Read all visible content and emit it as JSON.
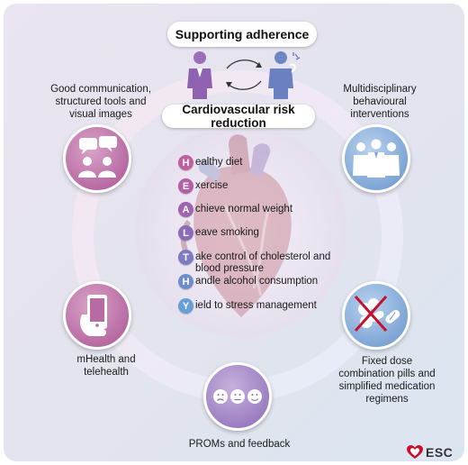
{
  "header": {
    "supporting_adherence": "Supporting adherence",
    "risk_reduction": "Cardiovascular risk reduction"
  },
  "strategies": {
    "communication": "Good communication, structured tools and visual images",
    "multidisciplinary": "Multidisciplinary behavioural interventions",
    "mhealth": "mHealth and telehealth",
    "fixed_dose": "Fixed dose combination pills and simplified medication regimens",
    "proms": "PROMs and feedback"
  },
  "healthy": [
    {
      "letter": "H",
      "text": "ealthy diet",
      "color": "#c0609f"
    },
    {
      "letter": "E",
      "text": "xercise",
      "color": "#b25fa6"
    },
    {
      "letter": "A",
      "text": "chieve normal weight",
      "color": "#9e64b0"
    },
    {
      "letter": "L",
      "text": "eave smoking",
      "color": "#8c6cba"
    },
    {
      "letter": "T",
      "text": "ake control of cholesterol and blood pressure",
      "color": "#7d7bc2"
    },
    {
      "letter": "H",
      "text": "andle alcohol consumption",
      "color": "#6e8dcb"
    },
    {
      "letter": "Y",
      "text": "ield to stress management",
      "color": "#66a0d4"
    }
  ],
  "logo": {
    "text": "ESC"
  },
  "colors": {
    "pink": "#b86ba3",
    "purple": "#9c7fc2",
    "blue": "#7fa6d6",
    "logo_red": "#c8102e"
  },
  "icons": {
    "communication": "speech-bubbles-people-icon",
    "multidisciplinary": "healthcare-team-icon",
    "mhealth": "hand-holding-phone-icon",
    "fixed_dose": "crossed-out-pills-icon",
    "proms": "feedback-faces-icon",
    "exchange": "circular-arrows-icon"
  }
}
